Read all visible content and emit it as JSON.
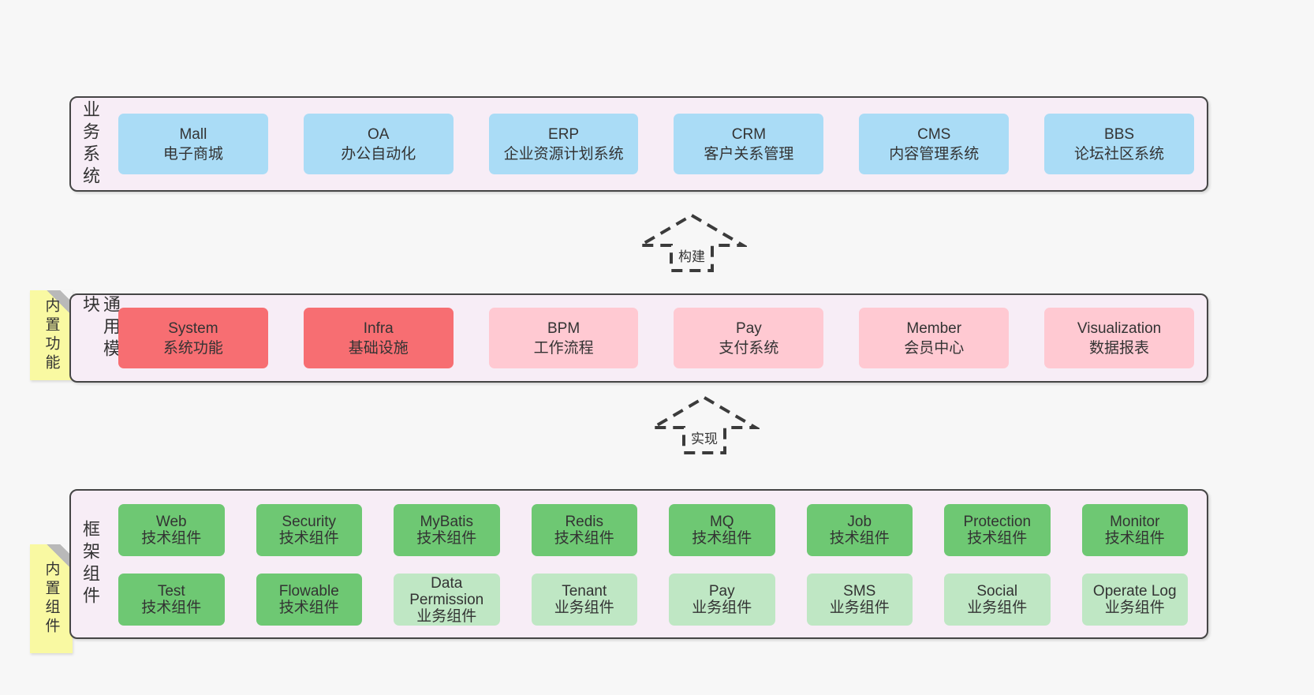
{
  "diagram": {
    "bands": {
      "business": {
        "side_label": "业务系统",
        "boxes": [
          {
            "title": "Mall",
            "subtitle": "电子商城",
            "variant": "blue"
          },
          {
            "title": "OA",
            "subtitle": "办公自动化",
            "variant": "blue"
          },
          {
            "title": "ERP",
            "subtitle": "企业资源计划系统",
            "variant": "blue"
          },
          {
            "title": "CRM",
            "subtitle": "客户关系管理",
            "variant": "blue"
          },
          {
            "title": "CMS",
            "subtitle": "内容管理系统",
            "variant": "blue"
          },
          {
            "title": "BBS",
            "subtitle": "论坛社区系统",
            "variant": "blue"
          }
        ]
      },
      "modules": {
        "sticky_label": "内置功能",
        "side_label": "通用模块",
        "boxes": [
          {
            "title": "System",
            "subtitle": "系统功能",
            "variant": "red"
          },
          {
            "title": "Infra",
            "subtitle": "基础设施",
            "variant": "red"
          },
          {
            "title": "BPM",
            "subtitle": "工作流程",
            "variant": "pink"
          },
          {
            "title": "Pay",
            "subtitle": "支付系统",
            "variant": "pink"
          },
          {
            "title": "Member",
            "subtitle": "会员中心",
            "variant": "pink"
          },
          {
            "title": "Visualization",
            "subtitle": "数据报表",
            "variant": "pink"
          }
        ]
      },
      "framework": {
        "sticky_label": "内置组件",
        "side_label": "框架组件",
        "row1": [
          {
            "title": "Web",
            "subtitle": "技术组件",
            "variant": "green-dark"
          },
          {
            "title": "Security",
            "subtitle": "技术组件",
            "variant": "green-dark"
          },
          {
            "title": "MyBatis",
            "subtitle": "技术组件",
            "variant": "green-dark"
          },
          {
            "title": "Redis",
            "subtitle": "技术组件",
            "variant": "green-dark"
          },
          {
            "title": "MQ",
            "subtitle": "技术组件",
            "variant": "green-dark"
          },
          {
            "title": "Job",
            "subtitle": "技术组件",
            "variant": "green-dark"
          },
          {
            "title": "Protection",
            "subtitle": "技术组件",
            "variant": "green-dark"
          },
          {
            "title": "Monitor",
            "subtitle": "技术组件",
            "variant": "green-dark"
          }
        ],
        "row2": [
          {
            "title": "Test",
            "subtitle": "技术组件",
            "variant": "green-dark"
          },
          {
            "title": "Flowable",
            "subtitle": "技术组件",
            "variant": "green-dark"
          },
          {
            "title": "Data Permission",
            "subtitle": "业务组件",
            "variant": "green-light"
          },
          {
            "title": "Tenant",
            "subtitle": "业务组件",
            "variant": "green-light"
          },
          {
            "title": "Pay",
            "subtitle": "业务组件",
            "variant": "green-light"
          },
          {
            "title": "SMS",
            "subtitle": "业务组件",
            "variant": "green-light"
          },
          {
            "title": "Social",
            "subtitle": "业务组件",
            "variant": "green-light"
          },
          {
            "title": "Operate Log",
            "subtitle": "业务组件",
            "variant": "green-light"
          }
        ]
      }
    },
    "arrows": [
      {
        "label": "构建"
      },
      {
        "label": "实现"
      }
    ],
    "colors": {
      "page_bg": "#f7f7f7",
      "band_bg": "#f7edf6",
      "band_border": "#454545",
      "blue": "#aadcf6",
      "red": "#f76e72",
      "pink": "#ffc9d2",
      "green_dark": "#6ec873",
      "green_light": "#bfe7c4",
      "sticky_yellow": "#f9f9a2",
      "sticky_fold": "#b9b9b9",
      "text": "#333333"
    }
  }
}
